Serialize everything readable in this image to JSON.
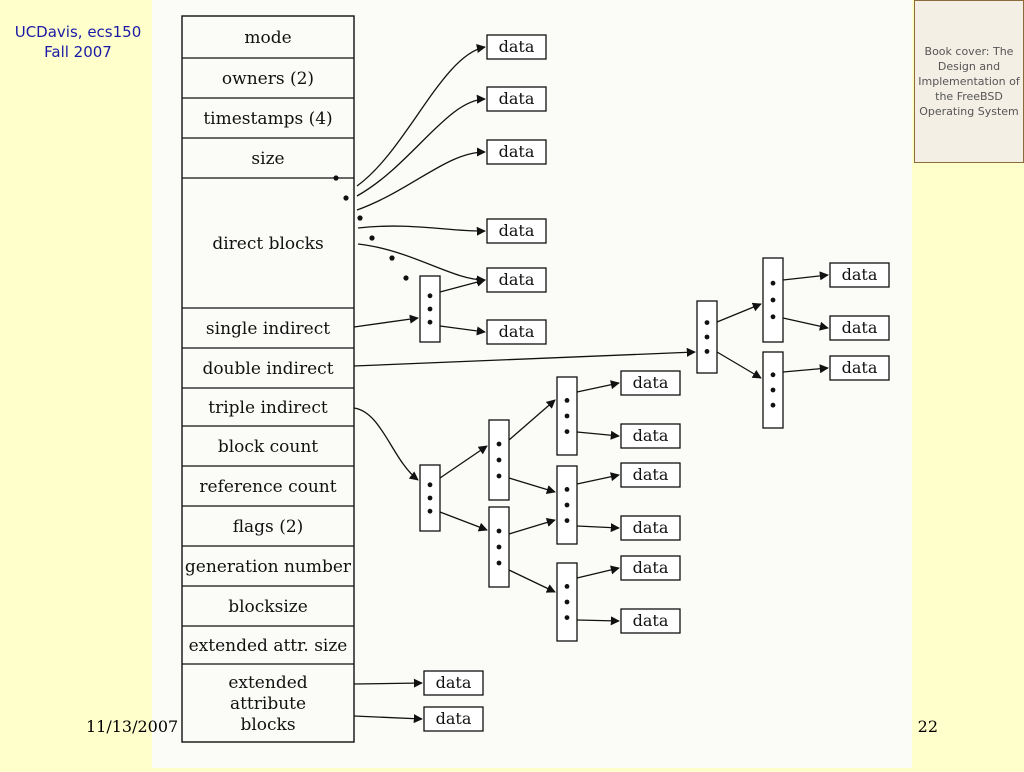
{
  "header": {
    "course": "UCDavis, ecs150",
    "term": "Fall 2007"
  },
  "inode_fields": [
    "mode",
    "owners (2)",
    "timestamps (4)",
    "size",
    "direct blocks",
    "single indirect",
    "double indirect",
    "triple indirect",
    "block count",
    "reference count",
    "flags (2)",
    "generation number",
    "blocksize",
    "extended attr. size",
    [
      "extended",
      "attribute",
      "blocks"
    ]
  ],
  "data_label": "data",
  "book_cover": {
    "image_label": "Book cover: The Design and Implementation of the FreeBSD Operating System"
  },
  "footer": {
    "date": "11/13/2007",
    "page": "22"
  }
}
